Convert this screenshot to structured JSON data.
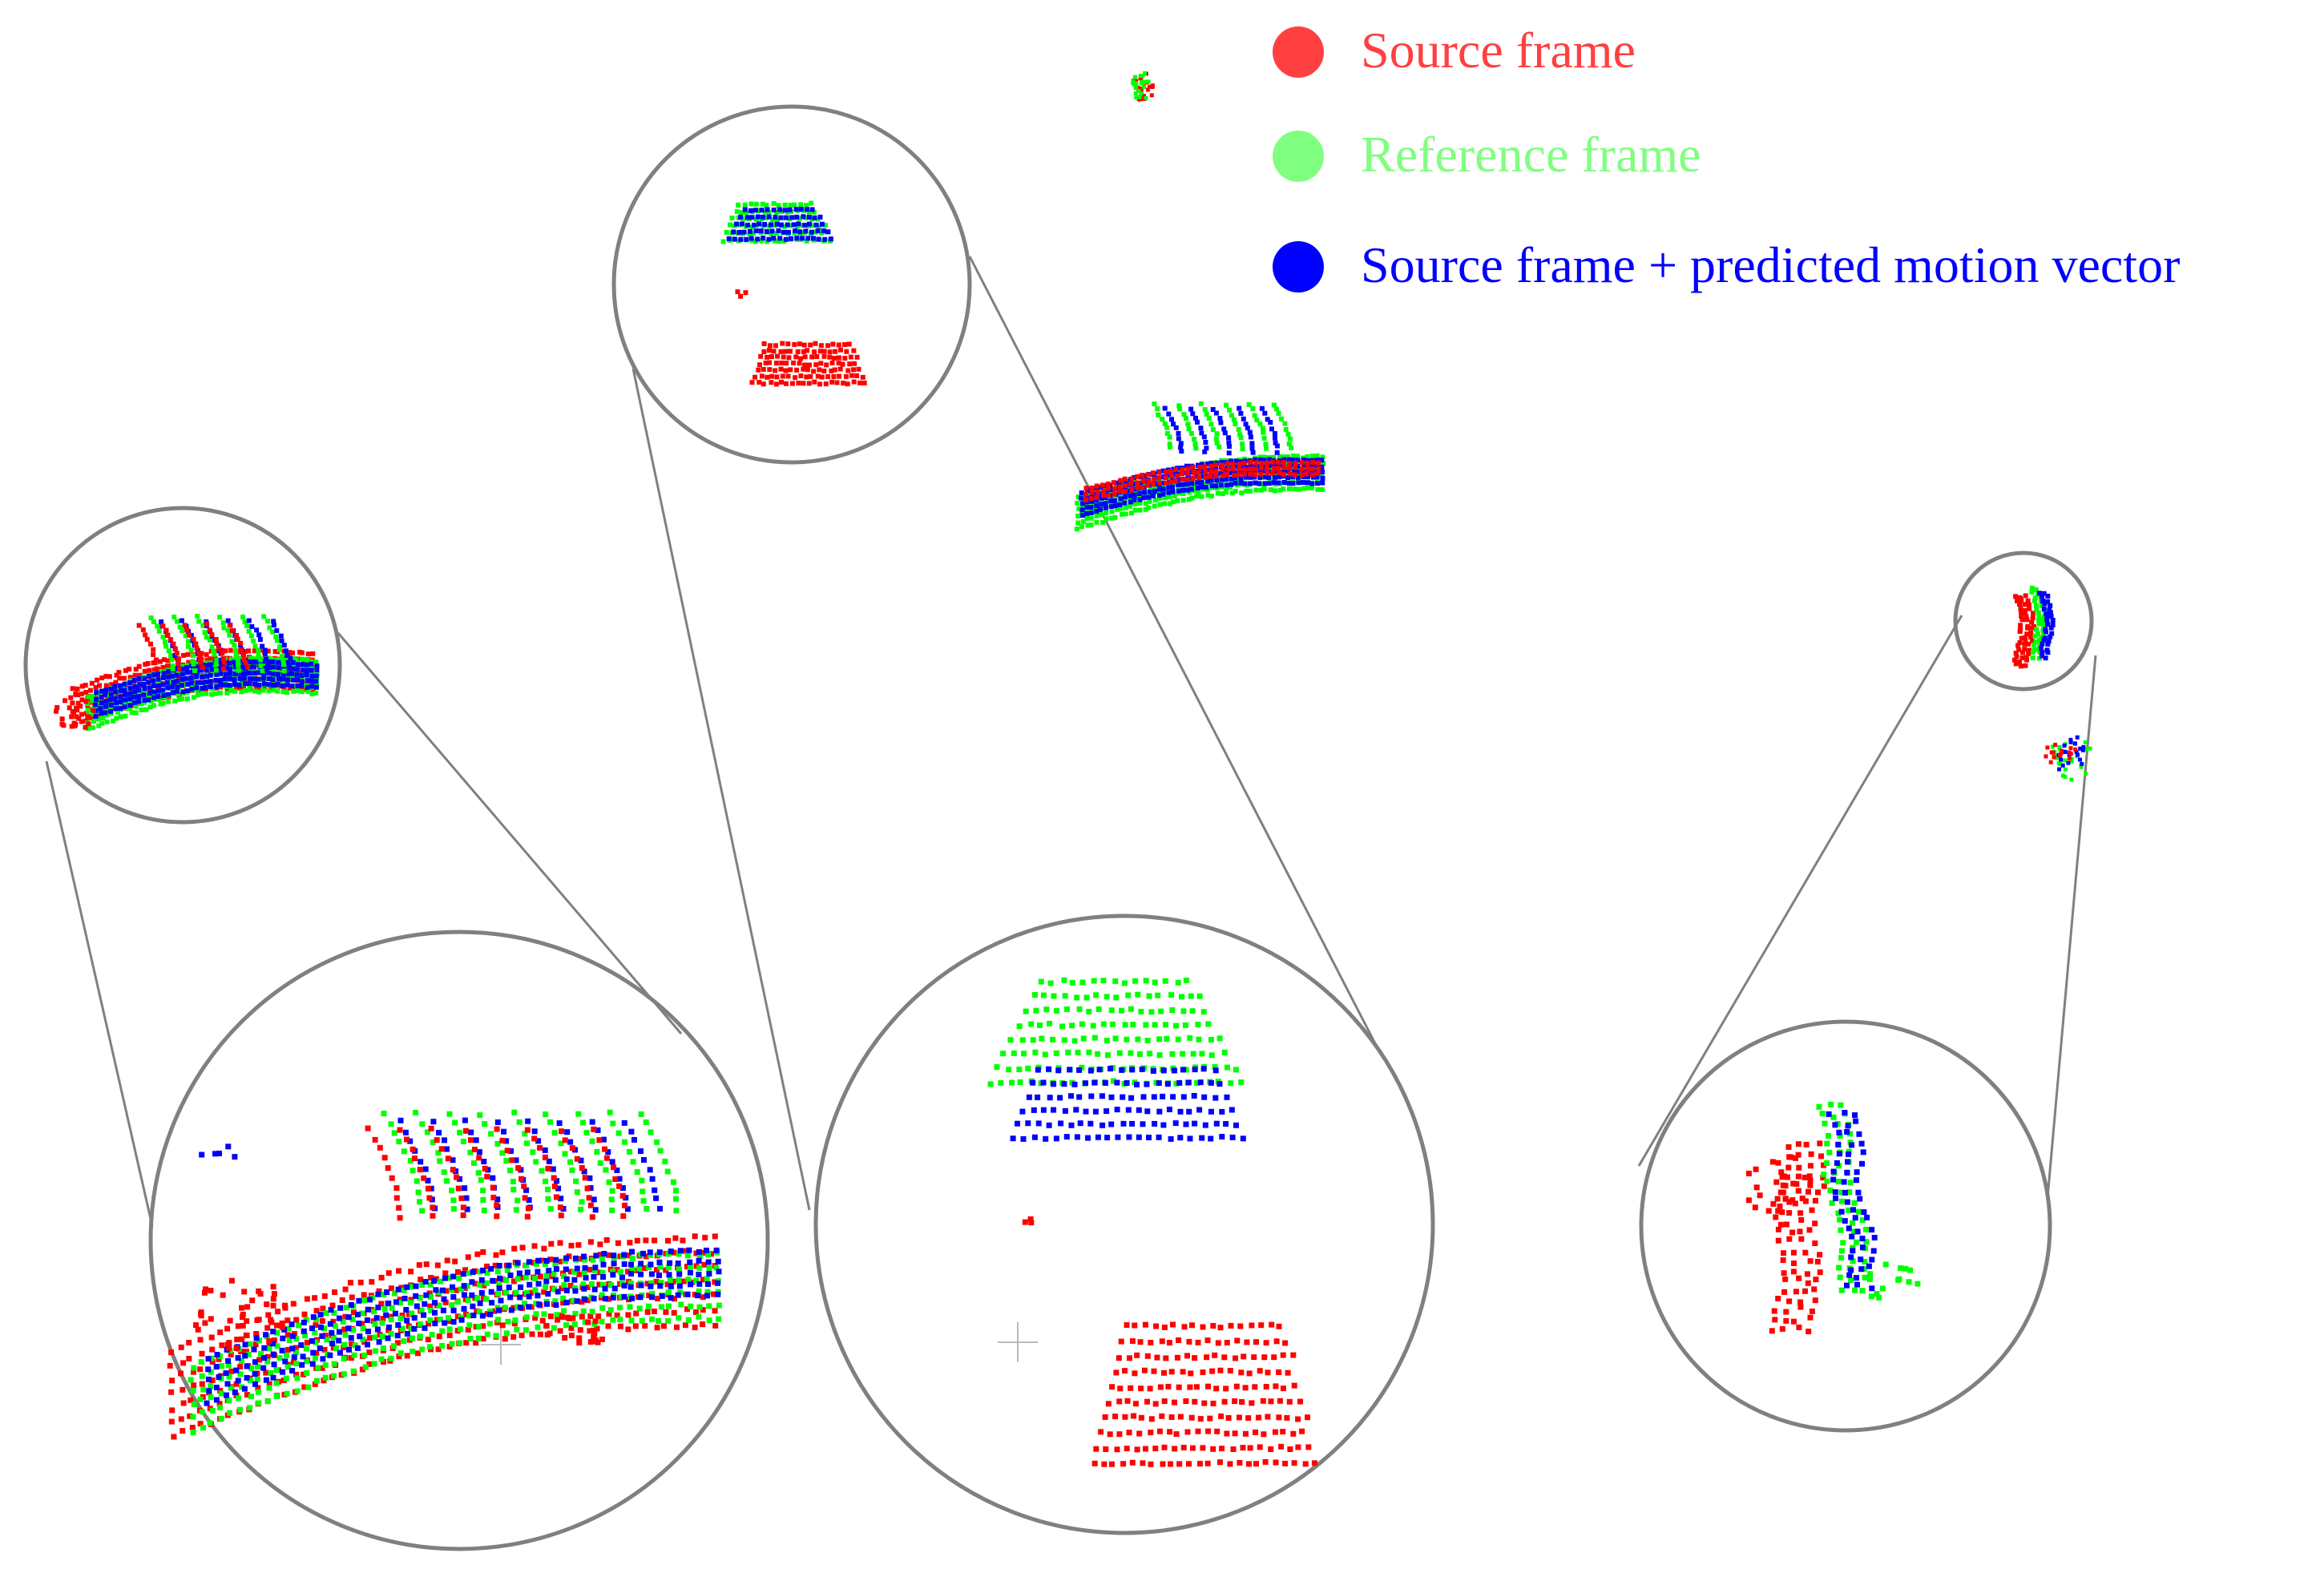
{
  "colors": {
    "source": "#ff0000",
    "reference": "#00ff00",
    "predicted": "#0000ff",
    "legend_source": "#ff4040",
    "legend_reference": "#80ff80",
    "legend_predicted": "#0000ff",
    "callout": "#808080"
  },
  "legend": {
    "items": [
      {
        "key": "source",
        "label": "Source frame"
      },
      {
        "key": "reference",
        "label": "Reference frame"
      },
      {
        "key": "predicted",
        "label": "Source frame + predicted motion vector"
      }
    ]
  }
}
